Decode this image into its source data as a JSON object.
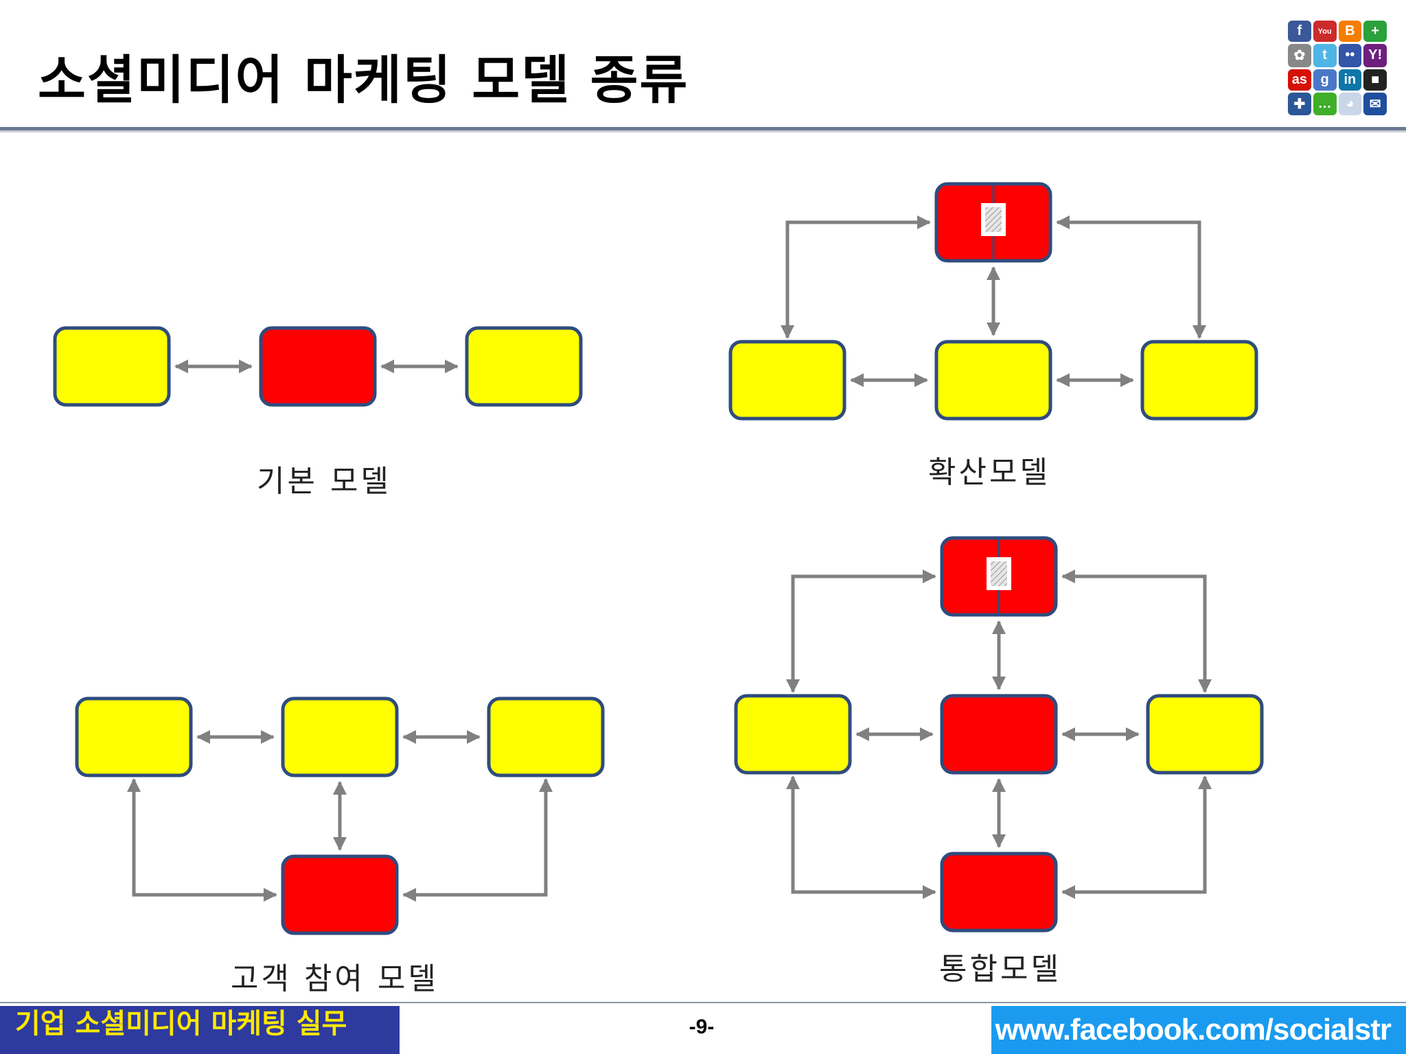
{
  "slide": {
    "title": "소셜미디어 마케팅 모델 종류",
    "page_number": "-9-",
    "footer_left": "기업 소셜미디어 마케팅 실무",
    "footer_right": "www.facebook.com/socialstr"
  },
  "social_icons": [
    {
      "name": "facebook-icon",
      "glyph": "f",
      "color": "#3b5998"
    },
    {
      "name": "youtube-icon",
      "glyph": "You",
      "color": "#cc2b2b"
    },
    {
      "name": "blogger-icon",
      "glyph": "B",
      "color": "#f57d00"
    },
    {
      "name": "google-plus-icon",
      "glyph": "+",
      "color": "#2aa13a"
    },
    {
      "name": "picasa-icon",
      "glyph": "✿",
      "color": "#888888"
    },
    {
      "name": "twitter-icon",
      "glyph": "t",
      "color": "#4fb4e6"
    },
    {
      "name": "flickr-icon",
      "glyph": "••",
      "color": "#3355aa"
    },
    {
      "name": "yahoo-icon",
      "glyph": "Y!",
      "color": "#6d1f7e"
    },
    {
      "name": "lastfm-icon",
      "glyph": "as",
      "color": "#d51007"
    },
    {
      "name": "google-icon",
      "glyph": "g",
      "color": "#4a78c8"
    },
    {
      "name": "linkedin-icon",
      "glyph": "in",
      "color": "#0e76a8"
    },
    {
      "name": "delicious-icon",
      "glyph": "■",
      "color": "#222222"
    },
    {
      "name": "myspace-icon",
      "glyph": "✚",
      "color": "#2b5797"
    },
    {
      "name": "chat-icon",
      "glyph": "…",
      "color": "#3fae29"
    },
    {
      "name": "reddit-icon",
      "glyph": "◕",
      "color": "#c8d6e8"
    },
    {
      "name": "skype-icon",
      "glyph": "✉",
      "color": "#1e4e9c"
    }
  ],
  "models": [
    {
      "label": "기본 모델"
    },
    {
      "label": "확산모델"
    },
    {
      "label": "고객 참여 모델"
    },
    {
      "label": "통합모델"
    }
  ],
  "colors": {
    "yellow_box": "#ffff00",
    "red_box": "#ff0000",
    "box_border": "#2f4c7e",
    "arrow": "#808080",
    "footer_left_bg": "#2e3a9e",
    "footer_left_text": "#ffe800",
    "footer_right_bg": "#1a9bf0"
  }
}
